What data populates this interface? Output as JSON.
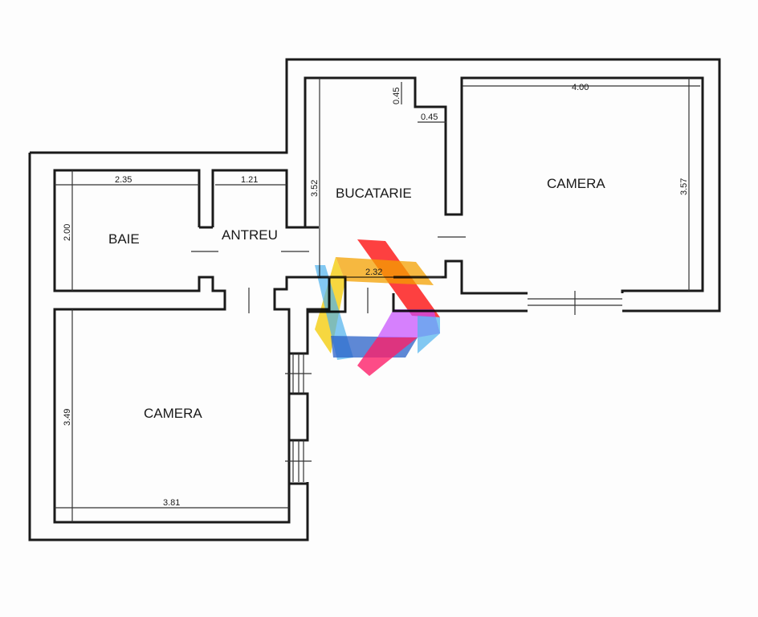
{
  "rooms": {
    "baie": "BAIE",
    "antreu": "ANTREU",
    "bucatarie": "BUCATARIE",
    "camera_right": "CAMERA",
    "camera_left": "CAMERA"
  },
  "dimensions": {
    "baie_width": "2.35",
    "baie_height": "2.00",
    "antreu_width": "1.21",
    "bucatarie_height": "3.52",
    "bucatarie_width": "2.32",
    "niche_vertical": "0.45",
    "niche_horizontal": "0.45",
    "camera_right_width": "4.00",
    "camera_right_height": "3.57",
    "camera_left_height": "3.49",
    "camera_left_width": "3.81"
  },
  "logo_colors": [
    "#ff1f1f",
    "#f5a300",
    "#f7d21e",
    "#4fb3f0",
    "#2a62c9",
    "#c84cff"
  ]
}
